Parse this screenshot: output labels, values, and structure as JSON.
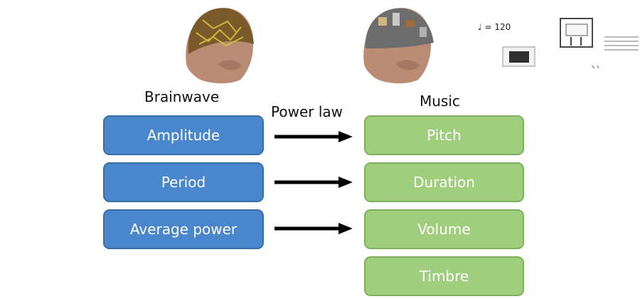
{
  "labels": {
    "brainwave": "Brainwave",
    "music": "Music",
    "power_law": "Power law",
    "tempo": "= 120"
  },
  "brainwave_items": [
    "Amplitude",
    "Period",
    "Average power"
  ],
  "music_items": [
    "Pitch",
    "Duration",
    "Volume",
    "Timbre"
  ],
  "colors": {
    "brainwave_box": "#4a86cc",
    "music_box": "#9fcf7d",
    "arrow": "#000000"
  },
  "icons": {
    "left_head": "brain-activity-head-icon",
    "right_head": "music-activity-head-icon",
    "sheet_music": "sheet-music-icon"
  }
}
